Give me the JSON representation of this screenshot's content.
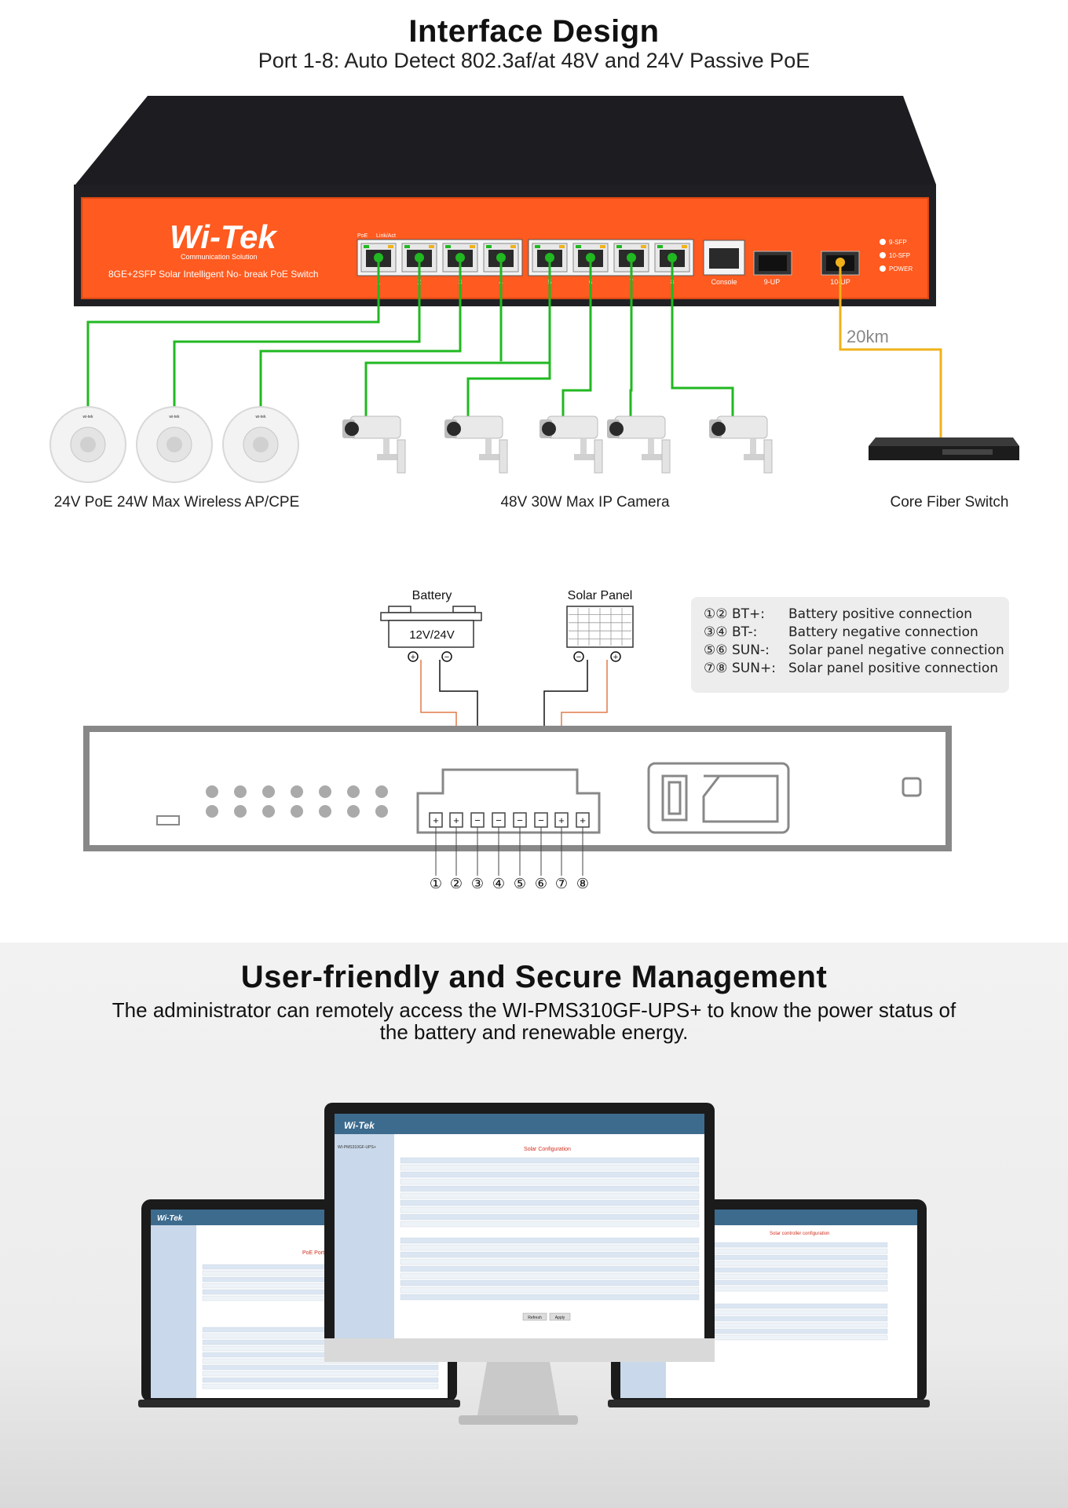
{
  "header": {
    "title": "Interface Design",
    "subtitle": "Port 1-8: Auto Detect 802.3af/at 48V and 24V Passive PoE"
  },
  "switch": {
    "brand": "Wi-Tek",
    "brand_tagline": "Communication Solution",
    "model_desc": "8GE+2SFP Solar Intelligent No- break PoE Switch",
    "port_header_poe": "PoE",
    "port_header_link": "Link/Act",
    "port_numbers": [
      "1",
      "2",
      "3",
      "4",
      "5",
      "6",
      "7",
      "8"
    ],
    "console_label": "Console",
    "sfp9_label": "9-UP",
    "sfp10_label": "10-UP",
    "led_labels": [
      "9-SFP",
      "10-SFP",
      "POWER"
    ],
    "colors": {
      "panel": "#ff5a1f",
      "chassis": "#1e1e22",
      "poe_link": "#21b821",
      "fiber_link": "#f0b21a"
    }
  },
  "topology": {
    "fiber_distance": "20km",
    "ap_label": "24V PoE 24W Max Wireless AP/CPE",
    "camera_label": "48V 30W Max IP Camera",
    "core_label": "Core Fiber Switch",
    "ap_logo": "wi-tek"
  },
  "wiring": {
    "battery_title": "Battery",
    "battery_voltage": "12V/24V",
    "solar_title": "Solar Panel",
    "terminal_numbers": [
      "①",
      "②",
      "③",
      "④",
      "⑤",
      "⑥",
      "⑦",
      "⑧"
    ],
    "terminal_signs": [
      "+",
      "+",
      "−",
      "−",
      "−",
      "−",
      "+",
      "+"
    ],
    "legend": [
      {
        "nums": "①②",
        "code": "BT+:",
        "desc": "Battery positive connection"
      },
      {
        "nums": "③④",
        "code": "BT-:",
        "desc": "Battery negative connection"
      },
      {
        "nums": "⑤⑥",
        "code": "SUN-:",
        "desc": "Solar panel negative connection"
      },
      {
        "nums": "⑦⑧",
        "code": "SUN+:",
        "desc": "Solar panel positive connection"
      }
    ]
  },
  "management": {
    "title": "User-friendly and Secure Management",
    "subtitle_line1": "The administrator can remotely access the WI-PMS310GF-UPS+ to know the power status of",
    "subtitle_line2": "the battery and renewable energy.",
    "center_screen_title": "Solar Configuration",
    "left_screen_title": "PoE Port Configuration",
    "right_screen_title": "Solar controller configuration",
    "screen_brand": "Wi-Tek",
    "screen_model": "WI-PMS310GF-UPS+",
    "refresh_label": "Refresh",
    "apply_label": "Apply"
  }
}
